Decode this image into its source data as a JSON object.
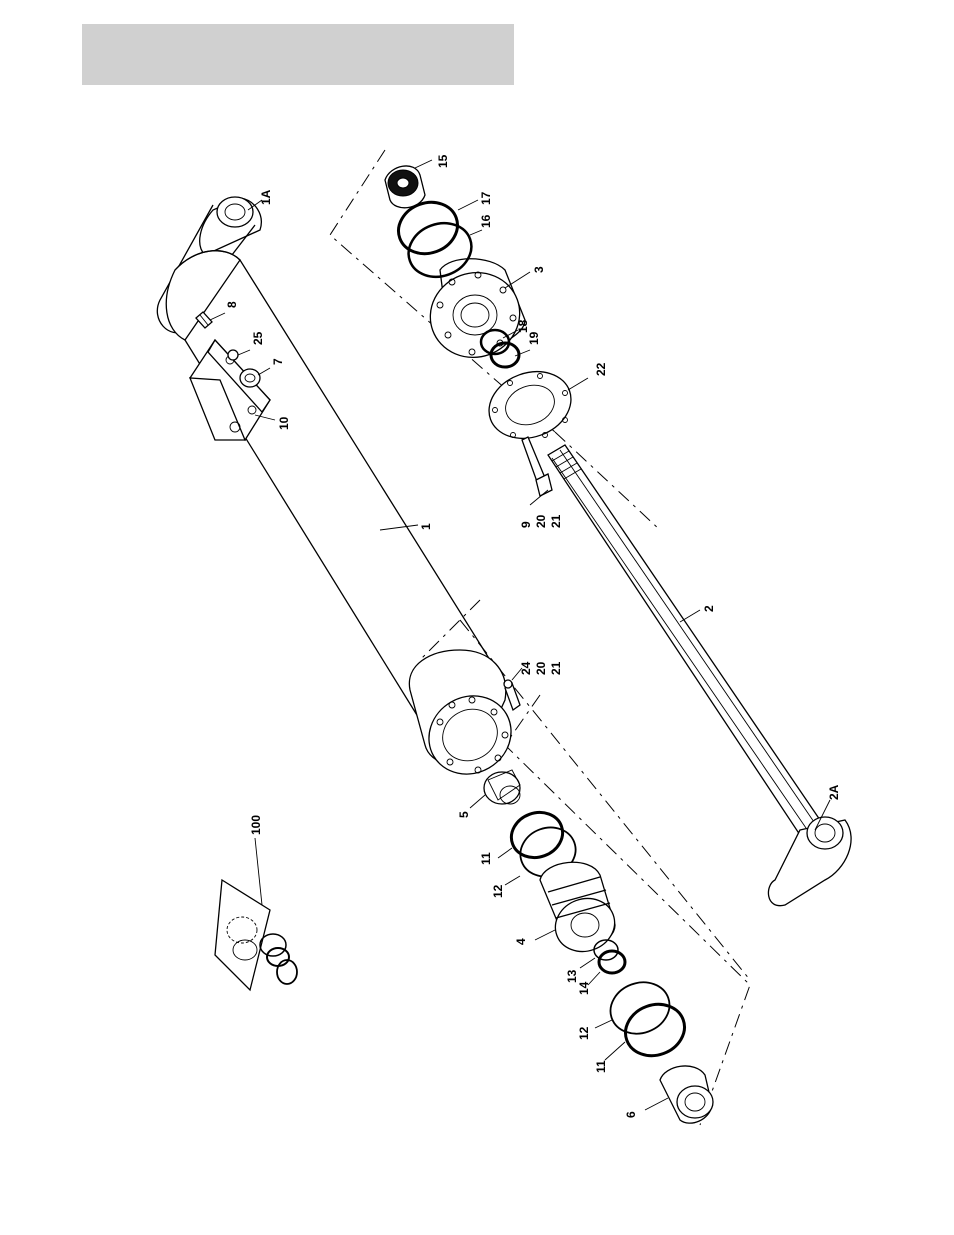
{
  "header": {
    "title": ""
  },
  "labels": {
    "p1": "1",
    "p1a": "1A",
    "p2": "2",
    "p2a": "2A",
    "p3": "3",
    "p4": "4",
    "p5": "5",
    "p6": "6",
    "p7": "7",
    "p8": "8",
    "p9": "9",
    "p10": "10",
    "p11a": "11",
    "p11b": "11",
    "p12a": "12",
    "p12b": "12",
    "p13": "13",
    "p14": "14",
    "p15": "15",
    "p16": "16",
    "p17": "17",
    "p18": "18",
    "p19": "19",
    "p20a": "20",
    "p20b": "20",
    "p21a": "21",
    "p21b": "21",
    "p22": "22",
    "p24": "24",
    "p25": "25",
    "p100": "100"
  }
}
